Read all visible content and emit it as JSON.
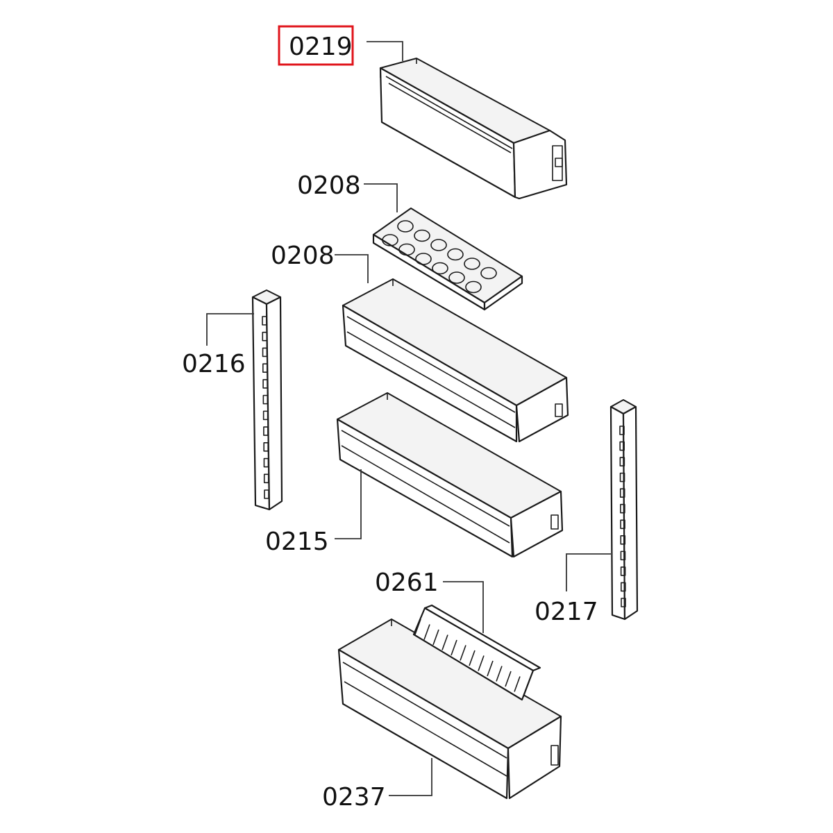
{
  "accent_color": "#e0141b",
  "callouts": [
    {
      "id": "c-0219",
      "label": "0219",
      "highlighted": true
    },
    {
      "id": "c-0208a",
      "label": "0208",
      "highlighted": false
    },
    {
      "id": "c-0208b",
      "label": "0208",
      "highlighted": false
    },
    {
      "id": "c-0216",
      "label": "0216",
      "highlighted": false
    },
    {
      "id": "c-0215",
      "label": "0215",
      "highlighted": false
    },
    {
      "id": "c-0261",
      "label": "0261",
      "highlighted": false
    },
    {
      "id": "c-0217",
      "label": "0217",
      "highlighted": false
    },
    {
      "id": "c-0237",
      "label": "0237",
      "highlighted": false
    }
  ]
}
